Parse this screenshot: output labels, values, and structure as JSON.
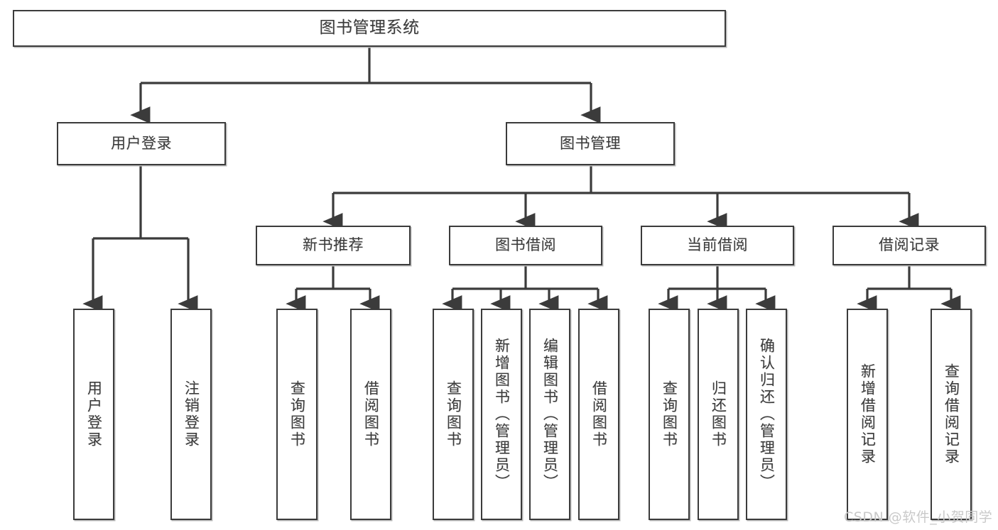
{
  "diagram": {
    "title": "图书管理系统",
    "watermark": "CSDN @软件_小贺同学",
    "colors": {
      "background": "#ffffff",
      "node_fill": "#ffffff",
      "node_border": "#3b3b3b",
      "edge": "#3b3b3b",
      "text": "#3b3b3b",
      "watermark": "#c9c9c9"
    },
    "root": {
      "label": "图书管理系统"
    },
    "level1": [
      {
        "label": "用户登录"
      },
      {
        "label": "图书管理"
      }
    ],
    "level2": [
      {
        "label": "新书推荐"
      },
      {
        "label": "图书借阅"
      },
      {
        "label": "当前借阅"
      },
      {
        "label": "借阅记录"
      }
    ],
    "leaves": [
      {
        "label": "用户登录"
      },
      {
        "label": "注销登录"
      },
      {
        "label": "查询图书"
      },
      {
        "label": "借阅图书"
      },
      {
        "label": "查询图书"
      },
      {
        "label": "新增图书（管理员）"
      },
      {
        "label": "编辑图书（管理员）"
      },
      {
        "label": "借阅图书"
      },
      {
        "label": "查询图书"
      },
      {
        "label": "归还图书"
      },
      {
        "label": "确认归还（管理员）"
      },
      {
        "label": "新增借阅记录"
      },
      {
        "label": "查询借阅记录"
      }
    ]
  }
}
